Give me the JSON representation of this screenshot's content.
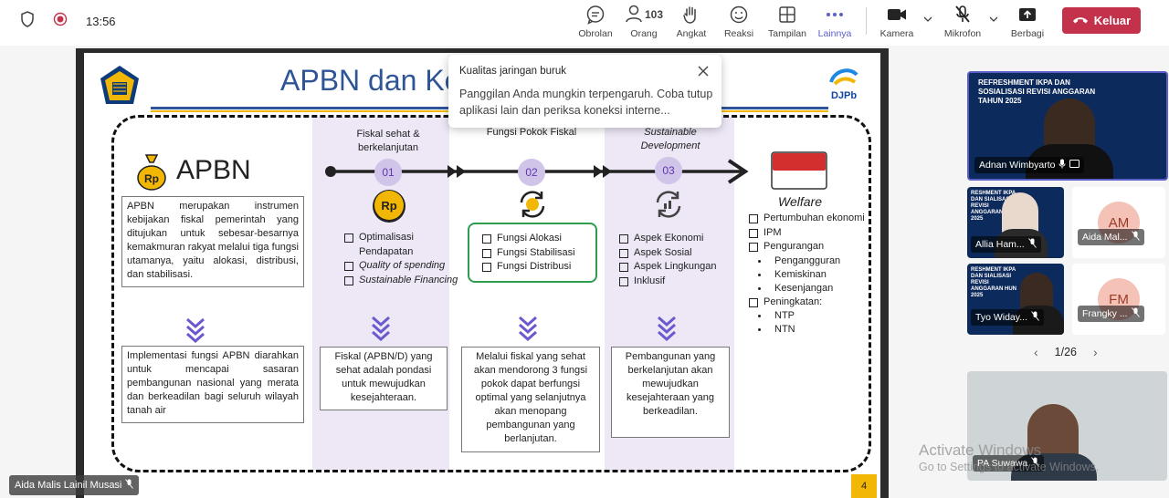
{
  "status": {
    "time": "13:56"
  },
  "toolbar": {
    "chat": "Obrolan",
    "people": "Orang",
    "people_count": "103",
    "raise": "Angkat",
    "react": "Reaksi",
    "view": "Tampilan",
    "more": "Lainnya",
    "camera": "Kamera",
    "mic": "Mikrofon",
    "share": "Berbagi",
    "leave": "Keluar"
  },
  "toast": {
    "title": "Kualitas jaringan buruk",
    "body": "Panggilan Anda mungkin terpengaruh. Coba tutup aplikasi lain dan periksa koneksi interne..."
  },
  "slide": {
    "title": "APBN dan Ke",
    "logo_right": "DJPb",
    "apbn_label": "APBN",
    "apbn_desc": "APBN merupakan instrumen kebijakan fiskal pemerintah yang ditujukan untuk sebesar-besarnya kemakmuran rakyat melalui tiga fungsi utamanya, yaitu alokasi, distribusi, dan stabilisasi.",
    "apbn_impl": "Implementasi fungsi APBN diarahkan untuk mencapai sasaran pembangunan nasional yang merata dan berkeadilan bagi seluruh wilayah tanah air",
    "col1": {
      "head": "Fiskal sehat & berkelanjutan",
      "num": "01",
      "items": [
        "Optimalisasi Pendapatan",
        "Quality of spending",
        "Sustainable Financing"
      ],
      "box": "Fiskal (APBN/D) yang sehat adalah pondasi untuk mewujudkan kesejahteraan."
    },
    "col2": {
      "head": "Fungsi Pokok Fiskal",
      "num": "02",
      "items": [
        "Fungsi Alokasi",
        "Fungsi Stabilisasi",
        "Fungsi Distribusi"
      ],
      "box": "Melalui fiskal yang sehat akan mendorong 3 fungsi pokok dapat berfungsi optimal yang selanjutnya akan menopang pembangunan yang berlanjutan."
    },
    "col3": {
      "head": "Sustainable Development",
      "num": "03",
      "items": [
        "Aspek Ekonomi",
        "Aspek Sosial",
        "Aspek Lingkungan",
        "Inklusif"
      ],
      "box": "Pembangunan yang berkelanjutan akan mewujudkan kesejahteraan yang berkeadilan."
    },
    "welfare": {
      "title": "Welfare",
      "item1": "Pertumbuhan ekonomi",
      "item2": "IPM",
      "item3": "Pengurangan",
      "sub3": [
        "Pengangguran",
        "Kemiskinan",
        "Kesenjangan"
      ],
      "item4": "Peningkatan:",
      "sub4": [
        "NTP",
        "NTN"
      ]
    },
    "coin_label": "Rp",
    "page": "4"
  },
  "participants": {
    "featured": {
      "name": "Adnan Wimbyarto",
      "banner_line1": "REFRESHMENT IKPA DAN",
      "banner_line2": "SOSIALISASI REVISI ANGGARAN",
      "banner_line3": "TAHUN 2025"
    },
    "tiles": [
      {
        "name": "Allia Ham...",
        "banner": "RESHMENT IKPA DAN SIALISASI REVISI ANGGARAN HUN 2025"
      },
      {
        "name": "Aida Mal...",
        "initials": "AM"
      },
      {
        "name": "Tyo Widay...",
        "banner": "RESHMENT IKPA DAN SIALISASI REVISI ANGGARAN HUN 2025"
      },
      {
        "name": "Frangky ...",
        "initials": "FM"
      }
    ],
    "pager": "1/26",
    "bottom_tile": {
      "name": "PA Suwawa"
    },
    "stage_name": "Aida Malis Lainil Musasi"
  },
  "watermark": {
    "line1": "Activate Windows",
    "line2": "Go to Settings to activate Windows."
  },
  "colors": {
    "accent": "#5b5fc7",
    "leave": "#c4314b",
    "slide_blue": "#2f5597",
    "purple_col": "#ede7f6"
  }
}
